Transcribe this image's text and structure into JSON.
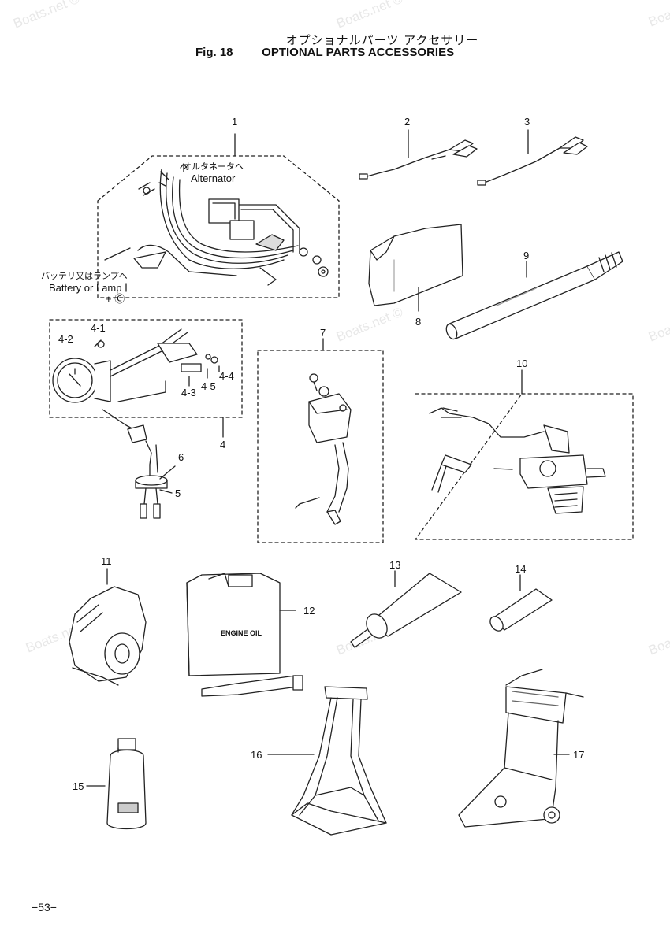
{
  "header": {
    "title_jp": "オプショナルパーツ アクセサリー",
    "figure": "Fig. 18",
    "title_en": "OPTIONAL PARTS ACCESSORIES"
  },
  "watermark": "Boats.net ©",
  "annotations": {
    "alternator_jp": "オルタネータへ",
    "alternator": "Alternator",
    "battery_jp": "バッテリ又はランプへ",
    "battery": "Battery or Lamp",
    "polarity": "+ Ⓒ",
    "engine_oil": "ENGINE OIL"
  },
  "callouts": {
    "c1": "1",
    "c2": "2",
    "c3": "3",
    "c4": "4",
    "c4_1": "4-1",
    "c4_2": "4-2",
    "c4_3": "4-3",
    "c4_4": "4-4",
    "c4_5": "4-5",
    "c5": "5",
    "c6": "6",
    "c7": "7",
    "c8": "8",
    "c9": "9",
    "c10": "10",
    "c11": "11",
    "c12": "12",
    "c13": "13",
    "c14": "14",
    "c15": "15",
    "c16": "16",
    "c17": "17"
  },
  "page_number": "−53−"
}
